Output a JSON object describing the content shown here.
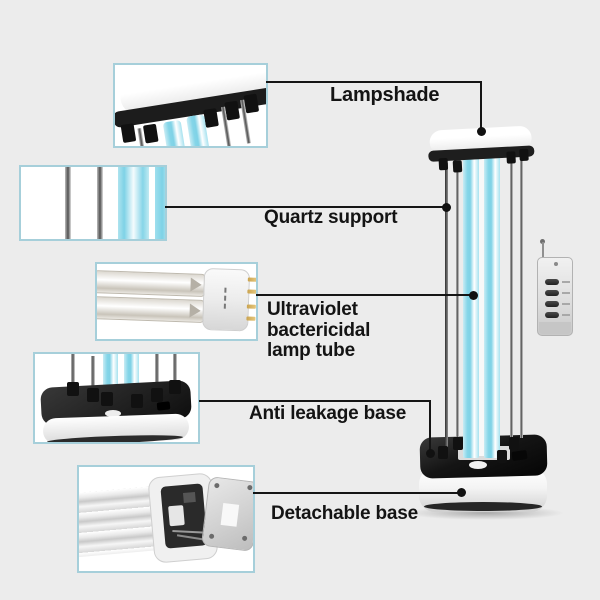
{
  "annotations": {
    "lampshade": "Lampshade",
    "quartz_support": "Quartz support",
    "uv_tube_line1": "Ultraviolet bactericidal",
    "uv_tube_line2": "lamp tube",
    "anti_leakage_base": "Anti leakage base",
    "detachable_base": "Detachable base"
  },
  "callouts": [
    {
      "name": "lampshade-closeup"
    },
    {
      "name": "quartz-support-closeup"
    },
    {
      "name": "uv-lamp-tube-closeup"
    },
    {
      "name": "anti-leakage-base-closeup"
    },
    {
      "name": "detachable-base-closeup"
    }
  ],
  "remote": {
    "button_count": 4
  },
  "colors": {
    "background": "#ececec",
    "callout_border": "#a6cfda",
    "annotation_line": "#151515",
    "tube_blue": "#8ed8ea"
  }
}
